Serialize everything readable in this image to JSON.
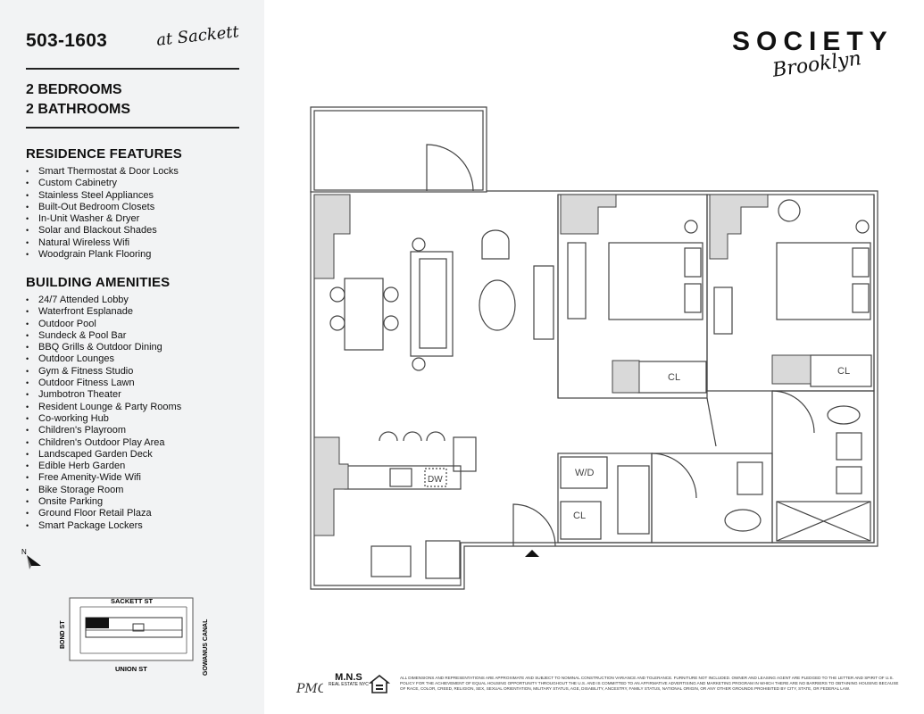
{
  "unit": {
    "number": "503-1603",
    "building_script": "at Sackett"
  },
  "layout": {
    "bedrooms": "2 BEDROOMS",
    "bathrooms": "2 BATHROOMS"
  },
  "residence_features": {
    "title": "RESIDENCE FEATURES",
    "items": [
      "Smart Thermostat & Door Locks",
      "Custom Cabinetry",
      "Stainless Steel Appliances",
      "Built-Out Bedroom Closets",
      "In-Unit Washer & Dryer",
      "Solar and Blackout Shades",
      "Natural Wireless Wifi",
      "Woodgrain Plank Flooring"
    ]
  },
  "building_amenities": {
    "title": "BUILDING AMENITIES",
    "items": [
      "24/7 Attended Lobby",
      "Waterfront Esplanade",
      "Outdoor Pool",
      "Sundeck & Pool Bar",
      "BBQ Grills & Outdoor Dining",
      "Outdoor Lounges",
      "Gym & Fitness Studio",
      "Outdoor Fitness Lawn",
      "Jumbotron Theater",
      "Resident Lounge & Party Rooms",
      "Co-working Hub",
      "Children's Playroom",
      "Children's Outdoor Play Area",
      "Landscaped Garden Deck",
      "Edible Herb Garden",
      "Free Amenity-Wide Wifi",
      "Bike Storage Room",
      "Onsite Parking",
      "Ground Floor Retail Plaza",
      "Smart Package Lockers"
    ]
  },
  "compass": {
    "label": "N"
  },
  "site_map": {
    "top": "SACKETT ST",
    "bottom": "UNION ST",
    "left": "BOND ST",
    "right": "GOWANUS CANAL"
  },
  "brand": {
    "name": "SOCIETY",
    "script": "Brooklyn"
  },
  "plan_labels": {
    "closet": "CL",
    "washer_dryer": "W/D",
    "dishwasher": "DW"
  },
  "footer": {
    "logo_monogram": "PMG",
    "mns_name": "M.N.S",
    "mns_sub": "REAL ESTATE NYC",
    "disclaimer": "All dimensions and representations are approximate and subject to nominal construction variance and tolerance. Furniture not included. Owner and leasing agent are pledged to the letter and spirit of U.S. policy for the achievement of equal housing opportunity throughout the U.S. and is committed to an affirmative advertising and marketing program in which there are no barriers to obtaining housing because of race, color, creed, religion, sex, sexual orientation, military status, age, disability, ancestry, family status, national origin, or any other grounds prohibited by city, state, or federal law."
  },
  "colors": {
    "sidebar_bg": "#f2f3f4",
    "wall_fill": "#d9d9d9",
    "line": "#444444"
  }
}
